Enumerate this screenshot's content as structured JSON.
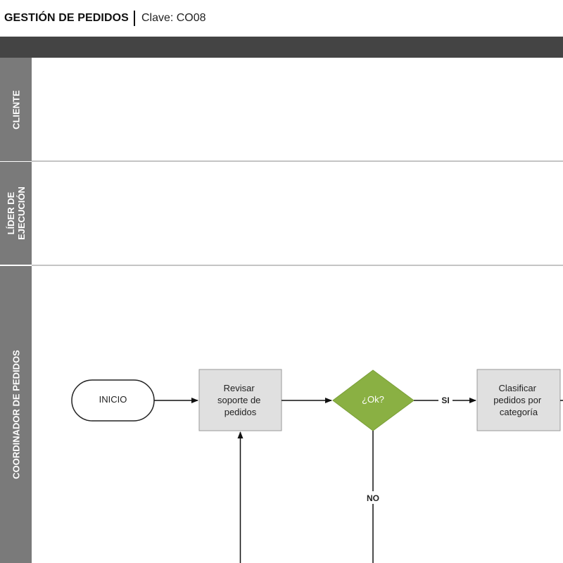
{
  "header": {
    "title": "GESTIÓN DE PEDIDOS",
    "code": "Clave: CO08"
  },
  "lanes": [
    {
      "label": "CLIENTE"
    },
    {
      "label_line1": "LÍDER DE",
      "label_line2": "EJECUCIÓN"
    },
    {
      "label": "COORDINADOR DE PEDIDOS"
    }
  ],
  "nodes": {
    "start": {
      "label": "INICIO"
    },
    "review": {
      "line1": "Revisar",
      "line2": "soporte de",
      "line3": "pedidos"
    },
    "decision": {
      "label": "¿Ok?"
    },
    "classify": {
      "line1": "Clasificar",
      "line2": "pedidos por",
      "line3": "categoría"
    }
  },
  "edges": {
    "yes_label": "SI",
    "no_label": "NO"
  },
  "colors": {
    "decision_fill": "#8ab043",
    "process_fill": "#e0e0e0",
    "lane_label_bg": "#7a7a7a",
    "top_bar": "#444444"
  }
}
